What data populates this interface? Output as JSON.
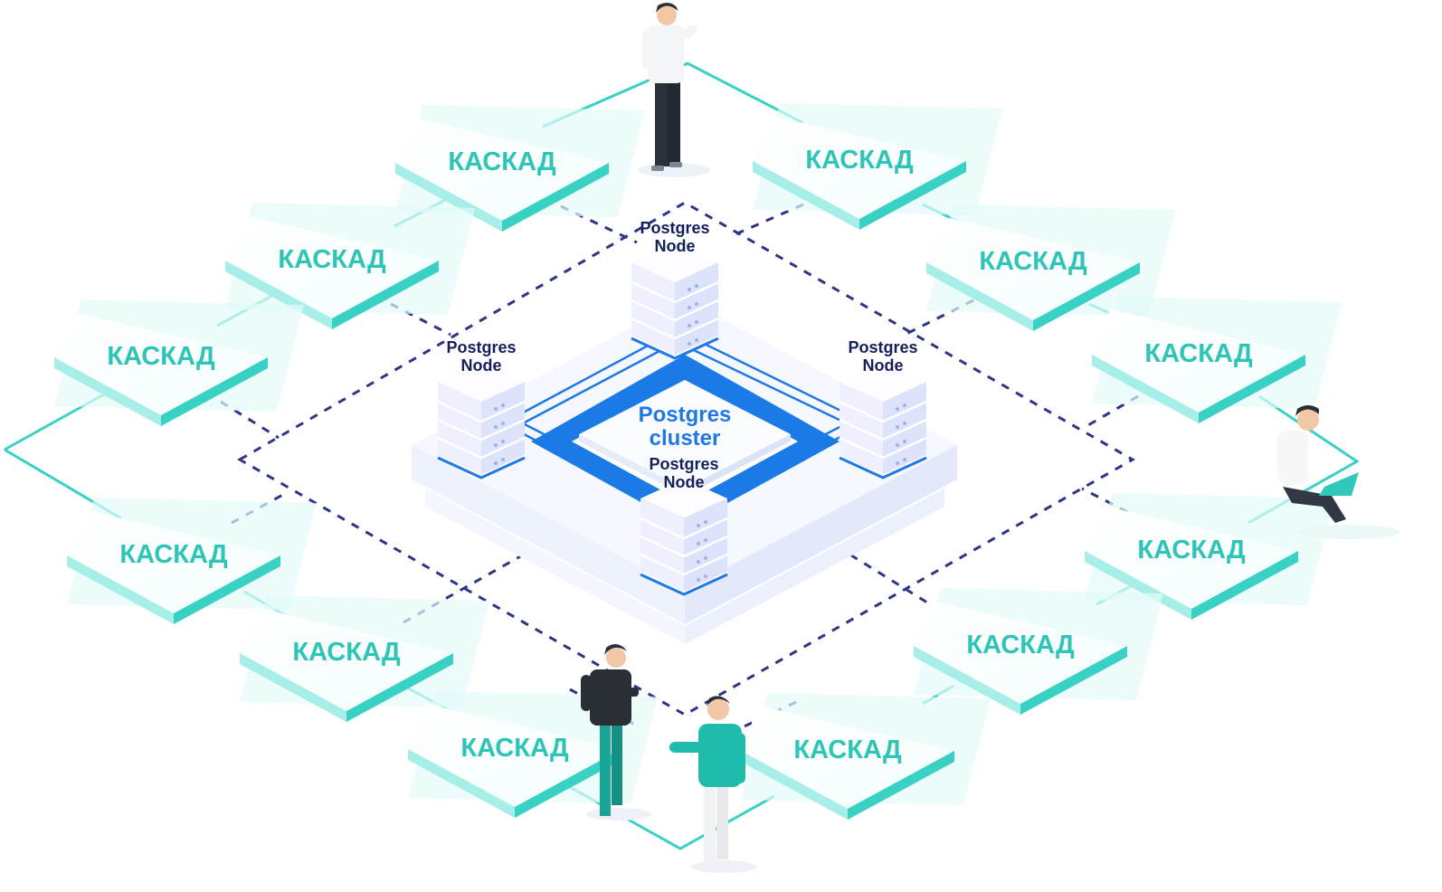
{
  "diagram": {
    "cluster_label_line1": "Postgres",
    "cluster_label_line2": "cluster",
    "node_label_line1": "Postgres",
    "node_label_line2": "Node",
    "cascade_label": "КАСКАД"
  },
  "colors": {
    "cascade_text": "#2ec4b6",
    "cascade_edge": "#38d1c4",
    "cascade_shadow": "#e3fbf8",
    "cluster_blue": "#1f78e3",
    "dashed_navy": "#2e3586",
    "node_text": "#14205c",
    "server_face": "#dde3fb"
  },
  "nodes": [
    {
      "id": "node-top"
    },
    {
      "id": "node-left"
    },
    {
      "id": "node-right"
    },
    {
      "id": "node-front"
    }
  ],
  "cascades": [
    {
      "id": "cascade-top-left-1"
    },
    {
      "id": "cascade-top-left-2"
    },
    {
      "id": "cascade-top-left-3"
    },
    {
      "id": "cascade-top-right-1"
    },
    {
      "id": "cascade-top-right-2"
    },
    {
      "id": "cascade-top-right-3"
    },
    {
      "id": "cascade-bottom-left-1"
    },
    {
      "id": "cascade-bottom-left-2"
    },
    {
      "id": "cascade-bottom-left-3"
    },
    {
      "id": "cascade-bottom-right-1"
    },
    {
      "id": "cascade-bottom-right-2"
    },
    {
      "id": "cascade-bottom-right-3"
    }
  ],
  "people": [
    {
      "id": "person-standing-top"
    },
    {
      "id": "person-sitting-laptop"
    },
    {
      "id": "person-with-phone"
    },
    {
      "id": "person-gesturing"
    }
  ]
}
